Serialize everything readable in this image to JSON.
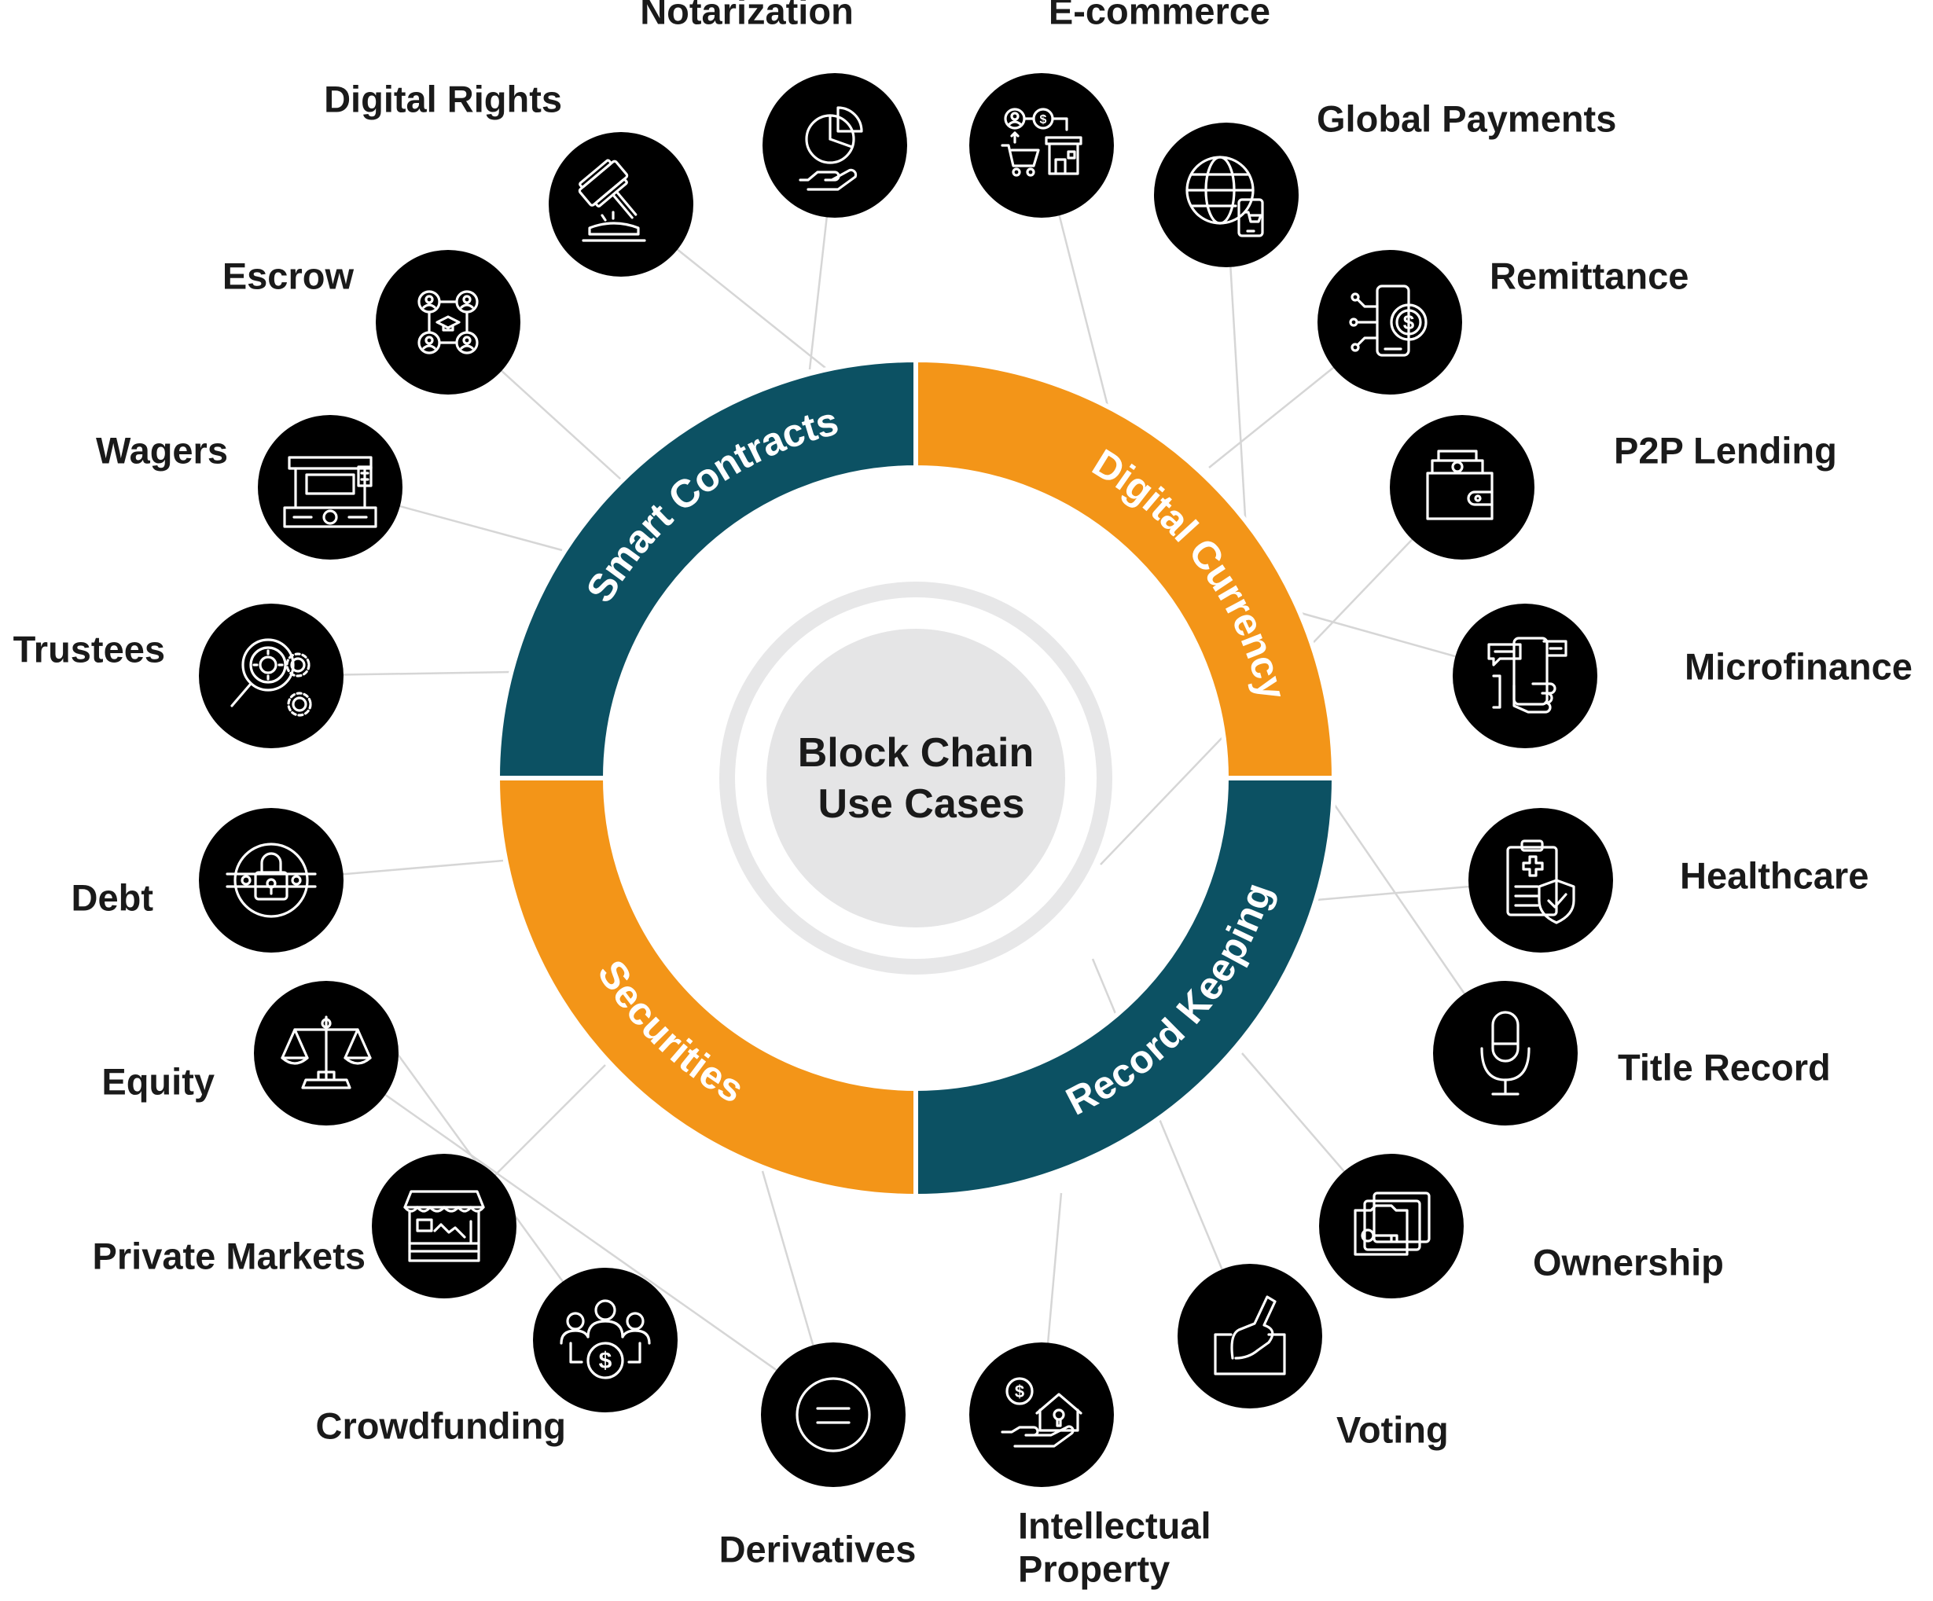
{
  "center": {
    "line1": "Block Chain",
    "line2": "Use Cases"
  },
  "segments": [
    {
      "id": "smart-contracts",
      "label": "Smart Contracts",
      "color": "#0c5163"
    },
    {
      "id": "digital-currency",
      "label": "Digital Currency",
      "color": "#f39518"
    },
    {
      "id": "record-keeping",
      "label": "Record Keeping",
      "color": "#0c5163"
    },
    {
      "id": "securities",
      "label": "Securities",
      "color": "#f39518"
    }
  ],
  "use_cases": [
    {
      "id": "digital-rights",
      "icon": "gavel-icon",
      "label": [
        "Digital Rights"
      ],
      "segment": "smart-contracts"
    },
    {
      "id": "notarization",
      "icon": "pie-chart-hand-icon",
      "label": [
        "Notarization"
      ],
      "segment": "smart-contracts"
    },
    {
      "id": "e-commerce",
      "icon": "shopping-cart-store-icon",
      "label": [
        "E-commerce"
      ],
      "segment": "digital-currency"
    },
    {
      "id": "global-payments",
      "icon": "globe-phone-icon",
      "label": [
        "Global Payments"
      ],
      "segment": "digital-currency"
    },
    {
      "id": "remittance",
      "icon": "phone-dollar-icon",
      "label": [
        "Remittance"
      ],
      "segment": "digital-currency"
    },
    {
      "id": "p2p-lending",
      "icon": "wallet-icon",
      "label": [
        "P2P Lending"
      ],
      "segment": "digital-currency"
    },
    {
      "id": "microfinance",
      "icon": "hand-phone-icon",
      "label": [
        "Microfinance"
      ],
      "segment": "digital-currency"
    },
    {
      "id": "healthcare",
      "icon": "clipboard-shield-icon",
      "label": [
        "Healthcare"
      ],
      "segment": "record-keeping"
    },
    {
      "id": "title-record",
      "icon": "microphone-icon",
      "label": [
        "Title Record"
      ],
      "segment": "record-keeping"
    },
    {
      "id": "ownership",
      "icon": "key-cards-icon",
      "label": [
        "Ownership"
      ],
      "segment": "record-keeping"
    },
    {
      "id": "voting",
      "icon": "ballot-box-icon",
      "label": [
        "Voting"
      ],
      "segment": "record-keeping"
    },
    {
      "id": "intellectual-property",
      "icon": "house-lock-icon",
      "label": [
        "Intellectual",
        "Property"
      ],
      "segment": "record-keeping"
    },
    {
      "id": "derivatives",
      "icon": "equals-icon",
      "label": [
        "Derivatives"
      ],
      "segment": "securities"
    },
    {
      "id": "crowdfunding",
      "icon": "people-dollar-icon",
      "label": [
        "Crowdfunding"
      ],
      "segment": "securities"
    },
    {
      "id": "private-markets",
      "icon": "market-stall-icon",
      "label": [
        "Private Markets"
      ],
      "segment": "securities"
    },
    {
      "id": "equity",
      "icon": "scales-icon",
      "label": [
        "Equity"
      ],
      "segment": "securities"
    },
    {
      "id": "debt",
      "icon": "padlock-chain-icon",
      "label": [
        "Debt"
      ],
      "segment": "securities"
    },
    {
      "id": "trustees",
      "icon": "magnifier-gears-icon",
      "label": [
        "Trustees"
      ],
      "segment": "smart-contracts"
    },
    {
      "id": "wagers",
      "icon": "slot-machine-icon",
      "label": [
        "Wagers"
      ],
      "segment": "smart-contracts"
    },
    {
      "id": "escrow",
      "icon": "network-people-icon",
      "label": [
        "Escrow"
      ],
      "segment": "smart-contracts"
    }
  ]
}
